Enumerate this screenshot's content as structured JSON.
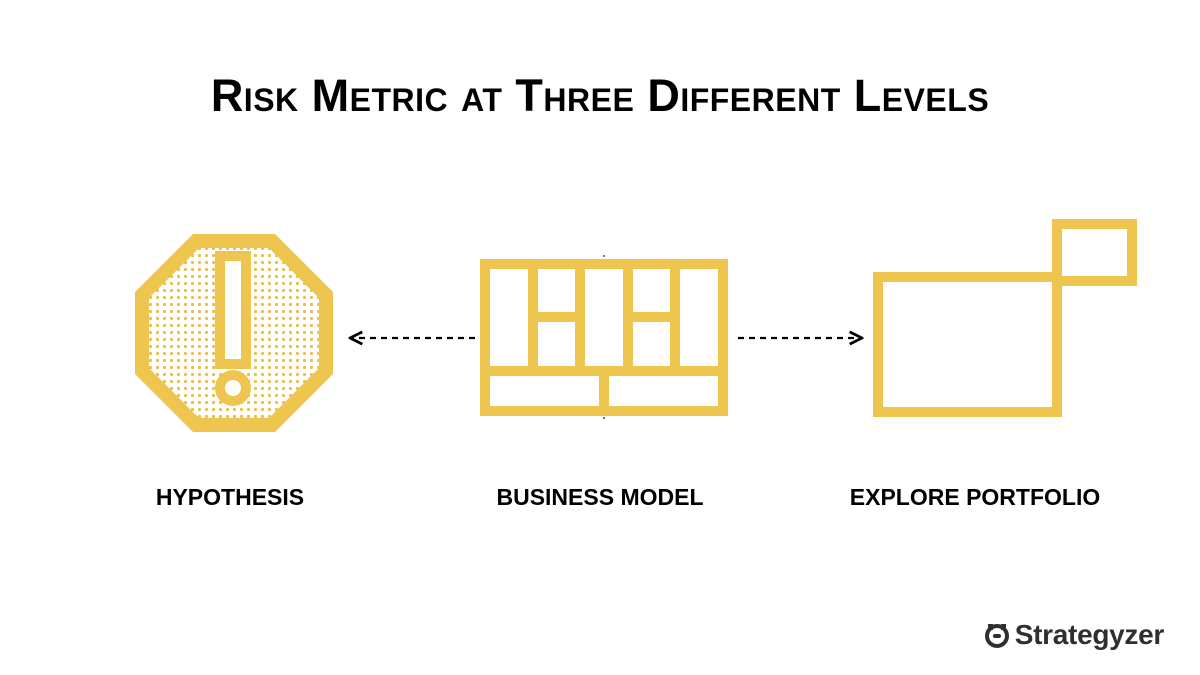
{
  "title": "Risk Metric at Three Different Levels",
  "nodes": [
    {
      "id": "hypothesis",
      "label": "HYPOTHESIS",
      "icon": "warning-octagon-icon"
    },
    {
      "id": "business-model",
      "label": "BUSINESS MODEL",
      "icon": "business-model-canvas-icon"
    },
    {
      "id": "explore-portfolio",
      "label": "EXPLORE PORTFOLIO",
      "icon": "portfolio-map-icon"
    }
  ],
  "edges": [
    {
      "from": "business-model",
      "to": "hypothesis",
      "style": "dashed-arrow"
    },
    {
      "from": "business-model",
      "to": "explore-portfolio",
      "style": "dashed-arrow"
    }
  ],
  "brand": {
    "name": "Strategyzer",
    "icon": "strategyzer-logo-icon"
  },
  "colors": {
    "accent": "#EEC54E",
    "accent_dots": "#E8C04A",
    "text": "#000000",
    "brand_text": "#2f2f2f",
    "background": "#FFFFFF"
  }
}
